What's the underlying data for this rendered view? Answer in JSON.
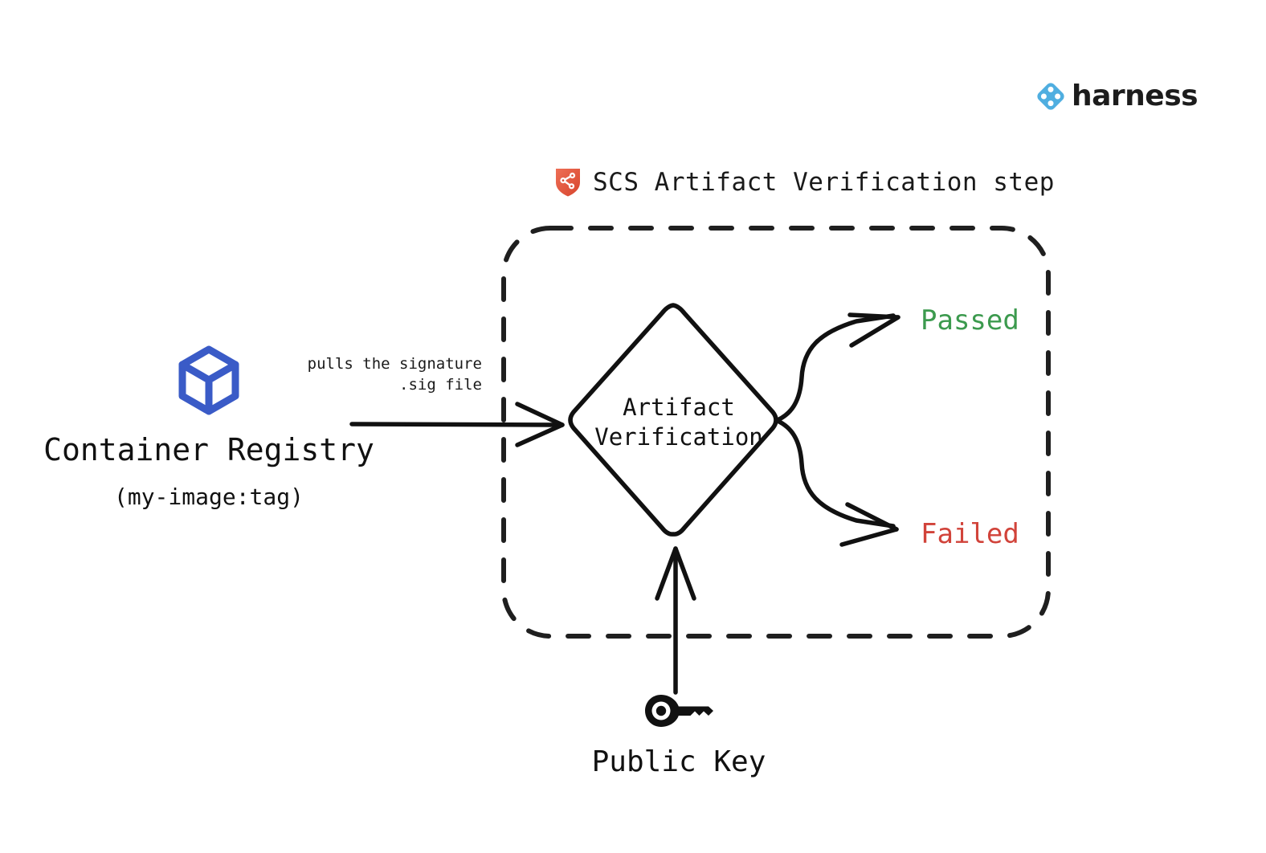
{
  "brand": {
    "logo_icon": "harness-diamond-logo-icon",
    "wordmark": "harness",
    "logo_color": "#4FAEE0"
  },
  "header": {
    "icon": "shield-supply-chain-icon",
    "icon_color": "#E05A45",
    "title": "SCS Artifact Verification step"
  },
  "nodes": {
    "registry": {
      "icon": "cube-icon",
      "icon_color": "#3A5BC7",
      "title": "Container Registry",
      "subtitle": "(my-image:tag)"
    },
    "decision": {
      "shape": "diamond",
      "line1": "Artifact",
      "line2": "Verification"
    },
    "public_key": {
      "icon": "key-icon",
      "icon_color": "#111111",
      "title": "Public Key"
    }
  },
  "edges": {
    "registry_to_verification": {
      "label_line1": "pulls the signature",
      "label_line2": ".sig file",
      "direction": "right"
    },
    "public_key_to_verification": {
      "direction": "up"
    }
  },
  "outcomes": [
    {
      "label": "Passed",
      "color": "#3C9A4E"
    },
    {
      "label": "Failed",
      "color": "#D1433A"
    }
  ],
  "boundary": {
    "style": "dashed",
    "color": "#1f1f1f",
    "label": "SCS Artifact Verification step"
  }
}
